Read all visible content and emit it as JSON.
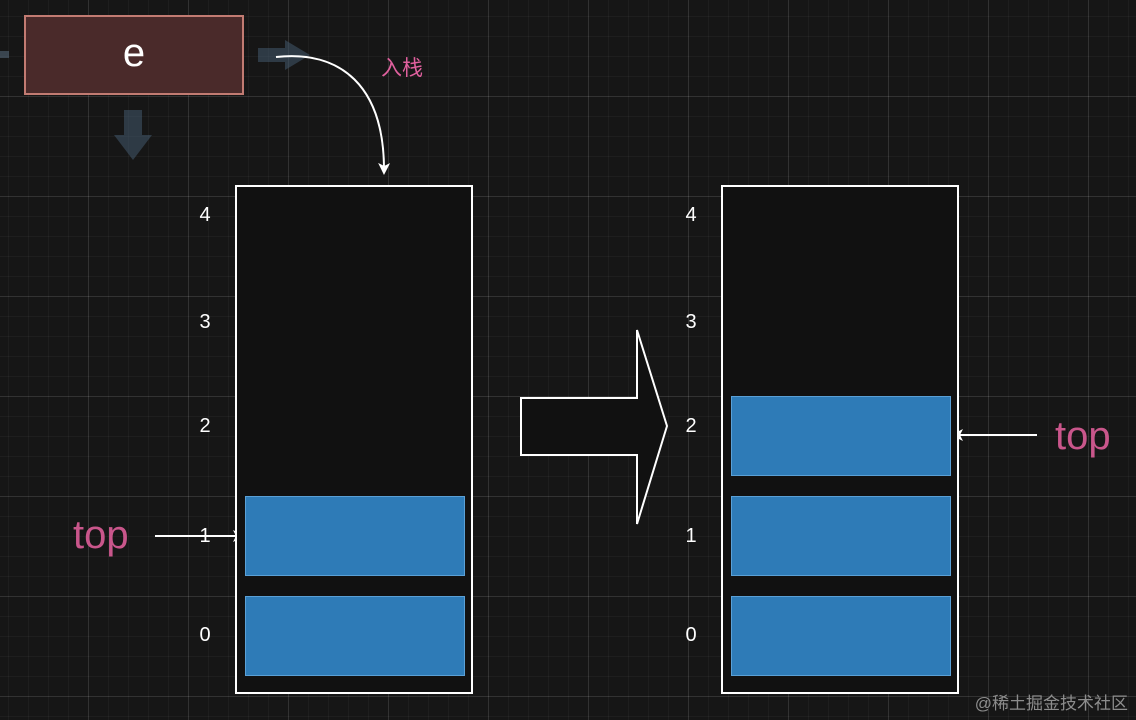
{
  "element": {
    "label": "e"
  },
  "push_label": "入栈",
  "left_stack": {
    "indices": [
      "4",
      "3",
      "2",
      "1",
      "0"
    ],
    "top_label": "top"
  },
  "right_stack": {
    "indices": [
      "4",
      "3",
      "2",
      "1",
      "0"
    ],
    "top_label": "top"
  },
  "watermark": "@稀土掘金技术社区",
  "colors": {
    "element_fill": "#4a2a2a",
    "element_border": "#c27b72",
    "cell_fill": "#2e7bb7",
    "top_label": "#c9568b",
    "push_label": "#e0609e"
  }
}
